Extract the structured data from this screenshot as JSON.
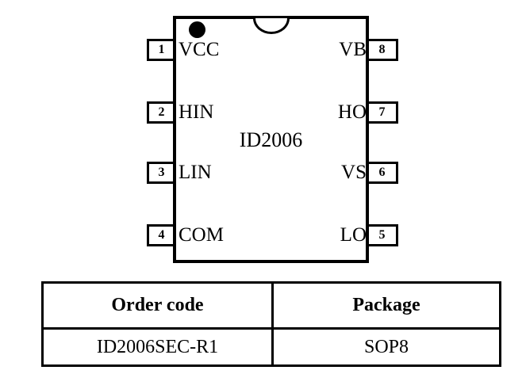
{
  "chip": {
    "name": "ID2006",
    "left_pins": [
      {
        "number": "1",
        "label": "VCC"
      },
      {
        "number": "2",
        "label": "HIN"
      },
      {
        "number": "3",
        "label": "LIN"
      },
      {
        "number": "4",
        "label": "COM"
      }
    ],
    "right_pins": [
      {
        "number": "8",
        "label": "VB"
      },
      {
        "number": "7",
        "label": "HO"
      },
      {
        "number": "6",
        "label": "VS"
      },
      {
        "number": "5",
        "label": "LO"
      }
    ]
  },
  "table": {
    "headers": [
      "Order code",
      "Package"
    ],
    "rows": [
      [
        "ID2006SEC-R1",
        "SOP8"
      ]
    ]
  },
  "colors": {
    "ink": "#000000",
    "background": "#ffffff"
  }
}
